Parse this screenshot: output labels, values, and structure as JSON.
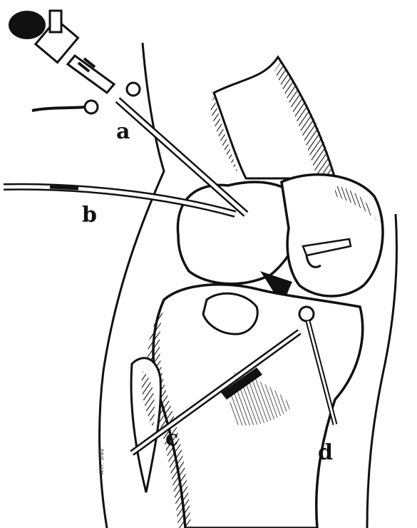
{
  "labels": {
    "a": "a",
    "b": "b",
    "c": "c",
    "d": "d"
  },
  "signature": "A.H. 3/82",
  "colors": {
    "ink": "#111111",
    "paper": "#ffffff"
  }
}
